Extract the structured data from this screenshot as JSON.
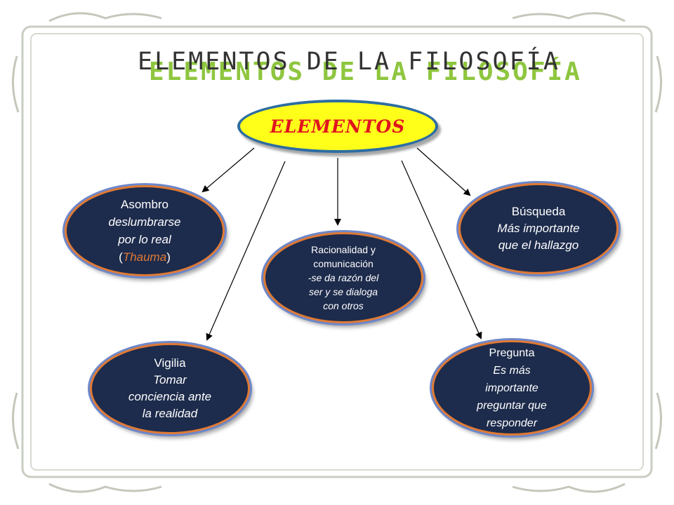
{
  "title": "ELEMENTOS DE LA FILOSOFÍA",
  "center": {
    "label": "ELEMENTOS"
  },
  "nodes": {
    "asombro": {
      "title": "Asombro",
      "line1": "deslumbrarse",
      "line2": "por lo real",
      "open": "(",
      "term": "Thauma",
      "close": ")"
    },
    "racionalidad": {
      "title1": "Racionalidad y",
      "title2": "comunicación",
      "line1": "-se da razón del",
      "line2": "ser y se dialoga",
      "line3": "con otros"
    },
    "busqueda": {
      "title": "Búsqueda",
      "line1": "Más importante",
      "line2": "que el hallazgo"
    },
    "vigilia": {
      "title": "Vigilia",
      "line1": "Tomar",
      "line2": "conciencia ante",
      "line3": "la realidad"
    },
    "pregunta": {
      "title": "Pregunta",
      "line1": "Es más",
      "line2": "importante",
      "line3": "preguntar que",
      "line4": "responder"
    }
  },
  "colors": {
    "center_fill": "#ffff1a",
    "center_text": "#e0141e",
    "node_fill": "#1d2b4c",
    "node_border": "#e07a34",
    "title_shadow": "#8ec63f"
  }
}
